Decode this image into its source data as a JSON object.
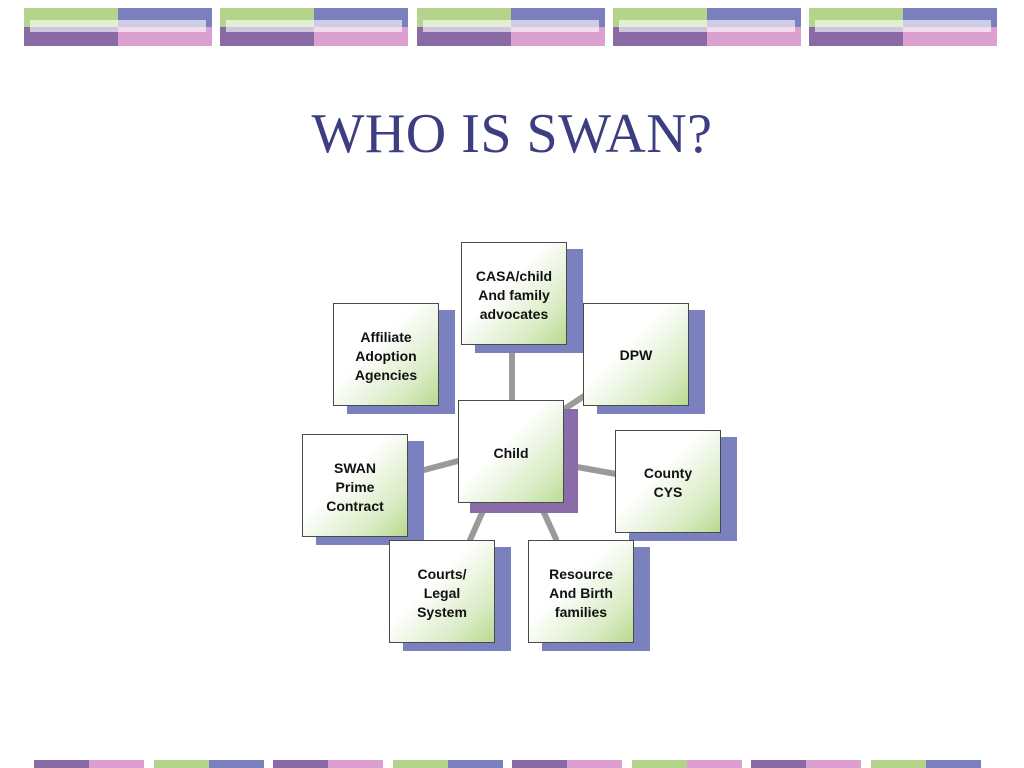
{
  "title": "WHO IS SWAN?",
  "colors": {
    "title": "#3d3d82",
    "green": "#b4d48c",
    "blue": "#7b7fbe",
    "purple": "#8a6aa4",
    "pink": "#dca0d0",
    "shadow_blue": "#7b80bf",
    "shadow_purple": "#8a6ca8",
    "connector": "#9a9a9a"
  },
  "diagram": {
    "center": {
      "label": "Child"
    },
    "nodes": [
      {
        "id": "casa",
        "label": "CASA/child\nAnd family\nadvocates"
      },
      {
        "id": "dpw",
        "label": "DPW"
      },
      {
        "id": "county",
        "label": "County\nCYS"
      },
      {
        "id": "resource",
        "label": "Resource\nAnd Birth\nfamilies"
      },
      {
        "id": "courts",
        "label": "Courts/\nLegal\nSystem"
      },
      {
        "id": "swan",
        "label": "SWAN\nPrime\nContract"
      },
      {
        "id": "affiliate",
        "label": "Affiliate\nAdoption\nAgencies"
      }
    ]
  }
}
